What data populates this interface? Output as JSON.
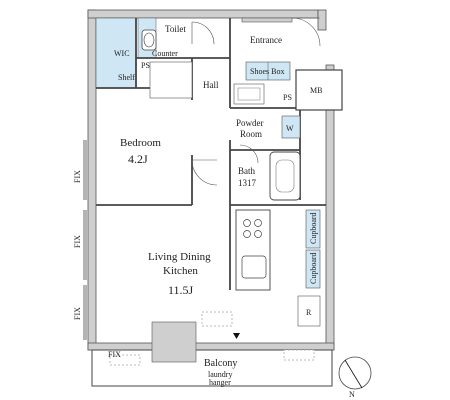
{
  "rooms": {
    "toilet": "Toilet",
    "wic": "WIC",
    "counter": "Counter",
    "ps_top": "PS",
    "shelf": "Shelf",
    "entrance": "Entrance",
    "shoes_box": "Shoes Box",
    "mb": "MB",
    "hall": "Hall",
    "ps_hall": "PS",
    "powder_room_line1": "Powder",
    "powder_room_line2": "Room",
    "w": "W",
    "bedroom": "Bedroom",
    "bedroom_size": "4.2J",
    "bath": "Bath",
    "bath_size": "1317",
    "cupboard_upper": "Cupboard",
    "cupboard_lower": "Cupboard",
    "living_line1": "Living Dining",
    "living_line2": "Kitchen",
    "living_size": "11.5J",
    "r": "R",
    "balcony": "Balcony",
    "laundry_line1": "laundry",
    "laundry_line2": "hanger",
    "fix_balcony": "FIX"
  },
  "windows": {
    "fix_1": "FIX",
    "fix_2": "FIX",
    "fix_3": "FIX"
  },
  "compass": {
    "north": "N"
  },
  "colors": {
    "closet_blue": "#cfe6f5",
    "wall": "#cfcfcf",
    "line": "#333333"
  }
}
